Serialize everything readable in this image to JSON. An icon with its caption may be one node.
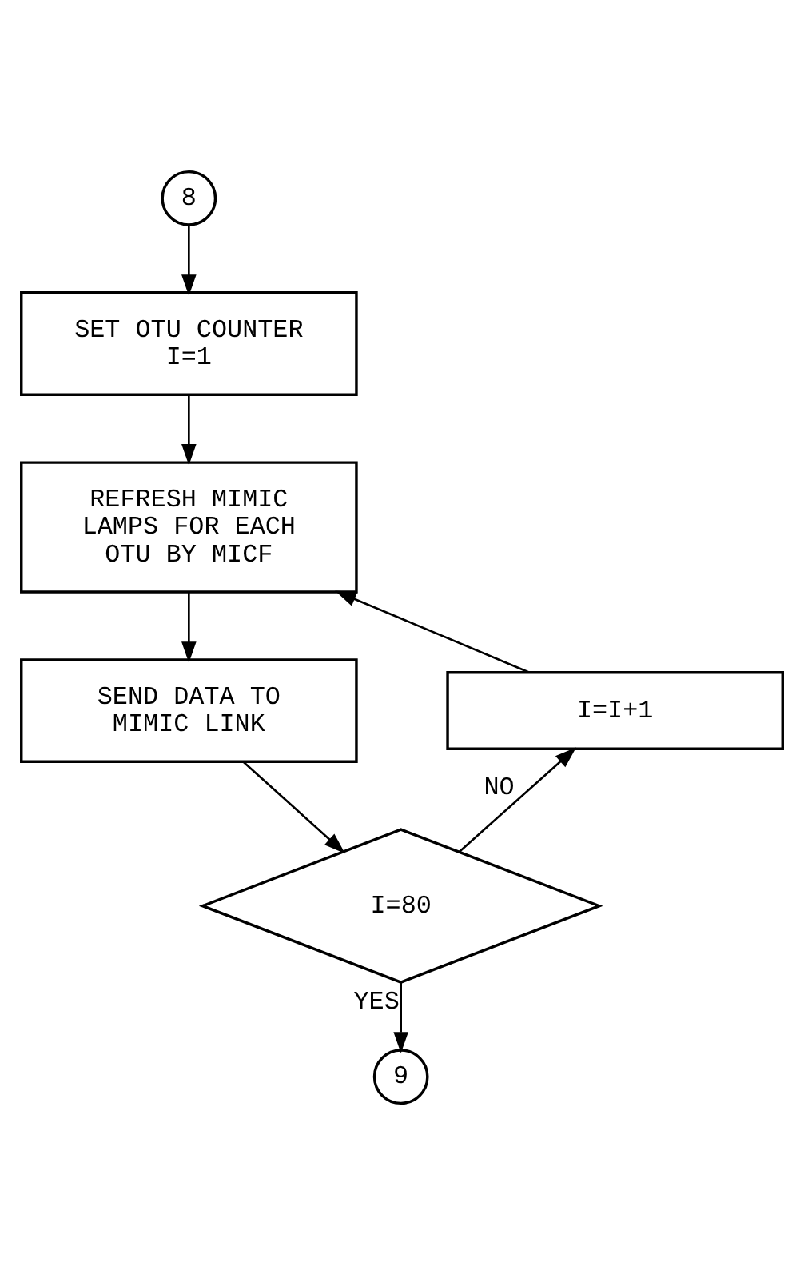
{
  "diagram": {
    "nodes": [
      {
        "text": [
          "8"
        ]
      },
      {
        "text": [
          "SET OTU COUNTER I=1"
        ]
      },
      {
        "text": [
          "REFRESH MIMIC LAMPS FOR EACH OTU BY MICF"
        ]
      },
      {
        "text": [
          "SEND DATA TO MIMIC LINK"
        ]
      },
      {
        "text": [
          "I=80"
        ]
      },
      {
        "text": [
          "I=I+1"
        ]
      },
      {
        "text": [
          "9"
        ]
      }
    ],
    "edges": [
      {
        "from": 0,
        "to": 1,
        "arrow": "to"
      },
      {
        "from": 1,
        "to": 2,
        "arrow": "to"
      },
      {
        "from": 2,
        "to": 3,
        "arrow": "to"
      },
      {
        "from": 3,
        "to": 4,
        "arrow": "to"
      },
      {
        "from": 4,
        "to": 5,
        "arrow": "to",
        "label": "NO"
      },
      {
        "from": 5,
        "to": 2,
        "arrow": "to"
      },
      {
        "from": 4,
        "to": 6,
        "arrow": "to",
        "label": "YES"
      }
    ]
  }
}
